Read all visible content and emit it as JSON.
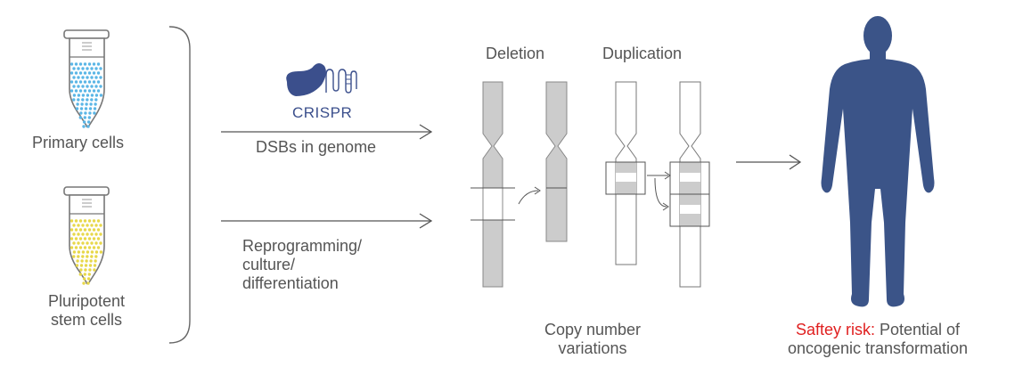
{
  "inputs": {
    "primary_label": "Primary cells",
    "pluripotent_label_line1": "Pluripotent",
    "pluripotent_label_line2": "stem cells"
  },
  "processes": {
    "crispr_label": "CRISPR",
    "dsb_label": "DSBs in genome",
    "reprog_line1": "Reprogramming/",
    "reprog_line2": "culture/",
    "reprog_line3": "differentiation"
  },
  "variations": {
    "deletion_label": "Deletion",
    "duplication_label": "Duplication",
    "caption_line1": "Copy number",
    "caption_line2": "variations"
  },
  "outcome": {
    "risk_label": "Saftey risk:",
    "risk_text_line1": " Potential of",
    "risk_text_line2": "oncogenic transformation"
  },
  "colors": {
    "primary_cells": "#5bb6e6",
    "stem_cells": "#e8d84a",
    "crispr": "#3b4f8c",
    "human": "#3b5488",
    "chromosome_fill": "#cccccc",
    "risk": "#e02020",
    "line": "#555555"
  }
}
